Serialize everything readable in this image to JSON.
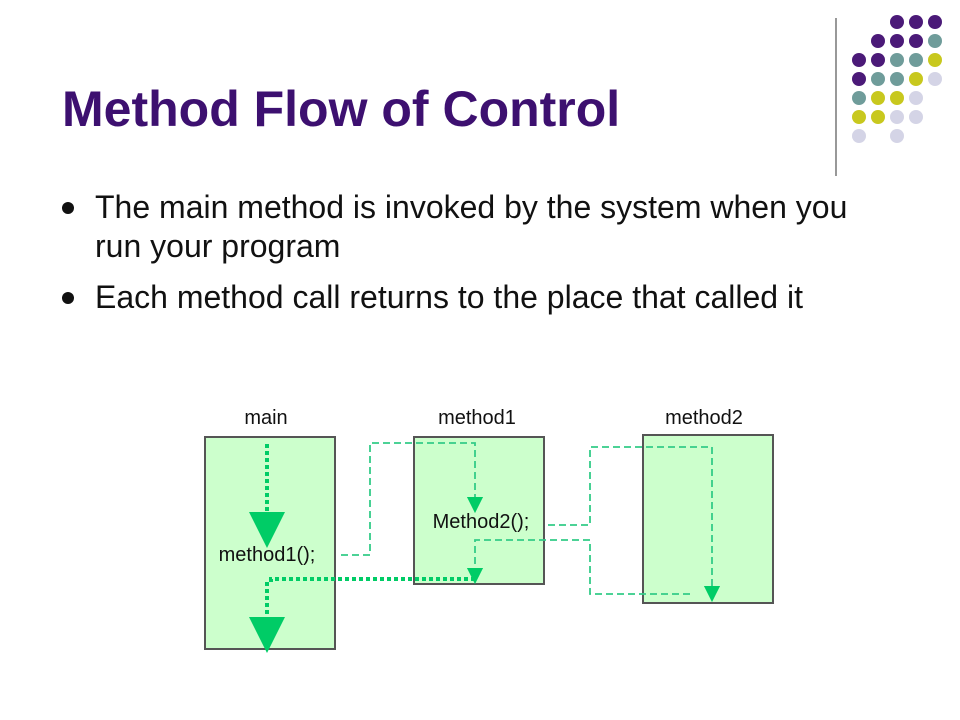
{
  "slide": {
    "title": "Method Flow of Control",
    "bullets": [
      "The main method is invoked by the system when you run your program",
      "Each method call returns to the place that called it"
    ]
  },
  "diagram": {
    "columns": [
      {
        "label": "main",
        "call": "method1();"
      },
      {
        "label": "method1",
        "call": "Method2();"
      },
      {
        "label": "method2",
        "call": ""
      }
    ],
    "colors": {
      "box_fill": "#ccffcc",
      "box_stroke": "#555555",
      "arrow": "#00cc66",
      "title": "#3d1070",
      "dot_purple": "#4b1a78",
      "dot_teal": "#6f9c9a",
      "dot_yellow": "#c8c81e",
      "dot_lavender": "#d4d4e6"
    }
  }
}
